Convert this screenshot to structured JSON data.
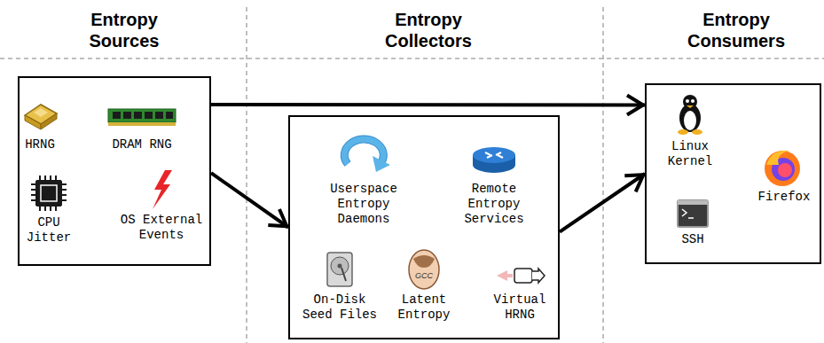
{
  "diagram": {
    "nodes": [
      {
        "text": [
          "HRNG",
          "DRAM RNG",
          "CPU Jitter",
          "OS External Events"
        ]
      },
      {
        "text": [
          "Userspace Entropy Daemons",
          "Remote Entropy Services",
          "On-Disk Seed Files",
          "Latent Entropy",
          "Virtual HRNG"
        ]
      },
      {
        "text": [
          "Linux Kernel",
          "Firefox",
          "SSH"
        ]
      }
    ],
    "edges": [
      {
        "from": 0,
        "to": 2,
        "arrow": "to"
      },
      {
        "from": 0,
        "to": 1,
        "arrow": "to"
      },
      {
        "from": 1,
        "to": 2,
        "arrow": "to"
      }
    ],
    "labels": [
      "Entropy Sources",
      "Entropy Collectors",
      "Entropy Consumers"
    ]
  }
}
